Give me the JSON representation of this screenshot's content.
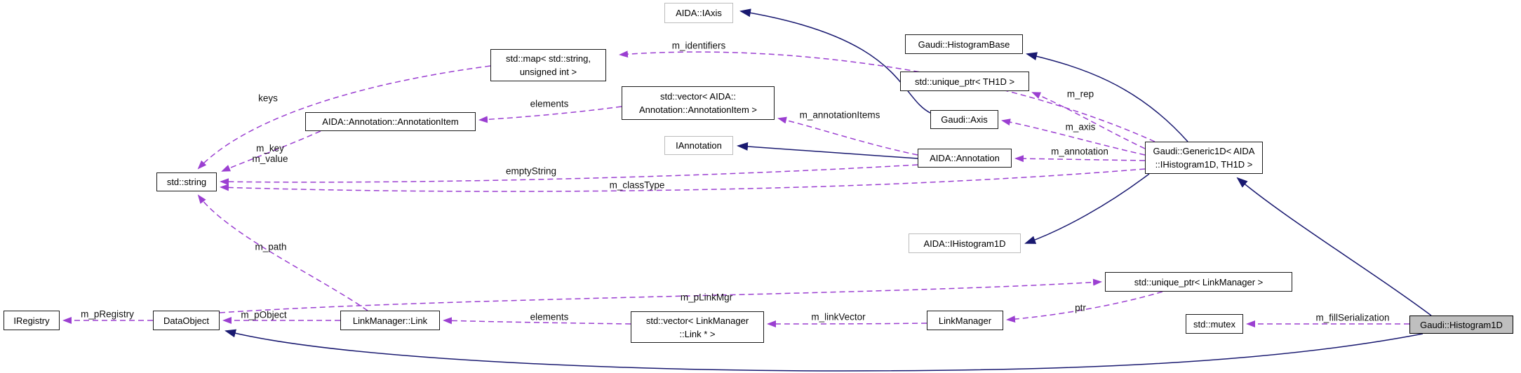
{
  "diagram": {
    "type": "collaboration-graph",
    "main_class": "Gaudi::Histogram1D",
    "colors": {
      "inheritance_edge": "#191970",
      "usage_edge": "#9b3fd1",
      "node_border": "#1a1a1a",
      "external_node_border": "#bcbcbc",
      "main_node_fill": "#bfbfbf",
      "background": "#ffffff"
    },
    "nodes": [
      {
        "label": "AIDA::IAxis",
        "kind": "external"
      },
      {
        "label": "std::map< std::string,\nunsigned int >",
        "kind": "class"
      },
      {
        "label": "Gaudi::HistogramBase",
        "kind": "class"
      },
      {
        "label": "std::unique_ptr< TH1D >",
        "kind": "class"
      },
      {
        "label": "std::vector< AIDA::\nAnnotation::AnnotationItem >",
        "kind": "class"
      },
      {
        "label": "Gaudi::Axis",
        "kind": "class"
      },
      {
        "label": "AIDA::Annotation::AnnotationItem",
        "kind": "class"
      },
      {
        "label": "IAnnotation",
        "kind": "external"
      },
      {
        "label": "AIDA::Annotation",
        "kind": "class"
      },
      {
        "label": "Gaudi::Generic1D< AIDA\n::IHistogram1D, TH1D >",
        "kind": "class"
      },
      {
        "label": "std::string",
        "kind": "class"
      },
      {
        "label": "AIDA::IHistogram1D",
        "kind": "external"
      },
      {
        "label": "std::unique_ptr< LinkManager >",
        "kind": "class"
      },
      {
        "label": "IRegistry",
        "kind": "class"
      },
      {
        "label": "DataObject",
        "kind": "class"
      },
      {
        "label": "LinkManager::Link",
        "kind": "class"
      },
      {
        "label": "std::vector< LinkManager\n::Link * >",
        "kind": "class"
      },
      {
        "label": "LinkManager",
        "kind": "class"
      },
      {
        "label": "std::mutex",
        "kind": "class"
      },
      {
        "label": "Gaudi::Histogram1D",
        "kind": "main"
      }
    ],
    "edges": [
      {
        "from": "Gaudi::Axis",
        "to": "AIDA::IAxis",
        "type": "inheritance",
        "label": ""
      },
      {
        "from": "Gaudi::Generic1D< AIDA::IHistogram1D, TH1D >",
        "to": "Gaudi::HistogramBase",
        "type": "inheritance",
        "label": ""
      },
      {
        "from": "AIDA::Annotation",
        "to": "IAnnotation",
        "type": "inheritance",
        "label": ""
      },
      {
        "from": "Gaudi::Generic1D< AIDA::IHistogram1D, TH1D >",
        "to": "AIDA::IHistogram1D",
        "type": "inheritance",
        "label": ""
      },
      {
        "from": "Gaudi::Histogram1D",
        "to": "Gaudi::Generic1D< AIDA::IHistogram1D, TH1D >",
        "type": "inheritance",
        "label": ""
      },
      {
        "from": "Gaudi::Histogram1D",
        "to": "DataObject",
        "type": "inheritance",
        "label": ""
      },
      {
        "from": "Gaudi::Generic1D< AIDA::IHistogram1D, TH1D >",
        "to": "std::map< std::string, unsigned int >",
        "type": "usage",
        "label": "m_identifiers"
      },
      {
        "from": "std::map< std::string, unsigned int >",
        "to": "std::string",
        "type": "usage",
        "label": "keys"
      },
      {
        "from": "std::vector< AIDA::Annotation::AnnotationItem >",
        "to": "AIDA::Annotation::AnnotationItem",
        "type": "usage",
        "label": "elements"
      },
      {
        "from": "AIDA::Annotation",
        "to": "std::vector< AIDA::Annotation::AnnotationItem >",
        "type": "usage",
        "label": "m_annotationItems"
      },
      {
        "from": "Gaudi::Generic1D< AIDA::IHistogram1D, TH1D >",
        "to": "std::unique_ptr< TH1D >",
        "type": "usage",
        "label": "m_rep"
      },
      {
        "from": "Gaudi::Generic1D< AIDA::IHistogram1D, TH1D >",
        "to": "Gaudi::Axis",
        "type": "usage",
        "label": "m_axis"
      },
      {
        "from": "Gaudi::Generic1D< AIDA::IHistogram1D, TH1D >",
        "to": "AIDA::Annotation",
        "type": "usage",
        "label": "m_annotation"
      },
      {
        "from": "AIDA::Annotation",
        "to": "std::string",
        "type": "usage",
        "label": "emptyString"
      },
      {
        "from": "Gaudi::Generic1D< AIDA::IHistogram1D, TH1D >",
        "to": "std::string",
        "type": "usage",
        "label": "m_classType"
      },
      {
        "from": "AIDA::Annotation::AnnotationItem",
        "to": "std::string",
        "type": "usage",
        "label": "m_key\nm_value"
      },
      {
        "from": "LinkManager::Link",
        "to": "std::string",
        "type": "usage",
        "label": "m_path"
      },
      {
        "from": "DataObject",
        "to": "IRegistry",
        "type": "usage",
        "label": "m_pRegistry"
      },
      {
        "from": "LinkManager::Link",
        "to": "DataObject",
        "type": "usage",
        "label": "m_pObject"
      },
      {
        "from": "DataObject",
        "to": "std::unique_ptr< LinkManager >",
        "type": "usage",
        "label": "m_pLinkMgr"
      },
      {
        "from": "std::unique_ptr< LinkManager >",
        "to": "LinkManager",
        "type": "usage",
        "label": "ptr"
      },
      {
        "from": "LinkManager",
        "to": "std::vector< LinkManager::Link * >",
        "type": "usage",
        "label": "m_linkVector"
      },
      {
        "from": "std::vector< LinkManager::Link * >",
        "to": "LinkManager::Link",
        "type": "usage",
        "label": "elements"
      },
      {
        "from": "Gaudi::Histogram1D",
        "to": "std::mutex",
        "type": "usage",
        "label": "m_fillSerialization"
      }
    ]
  }
}
